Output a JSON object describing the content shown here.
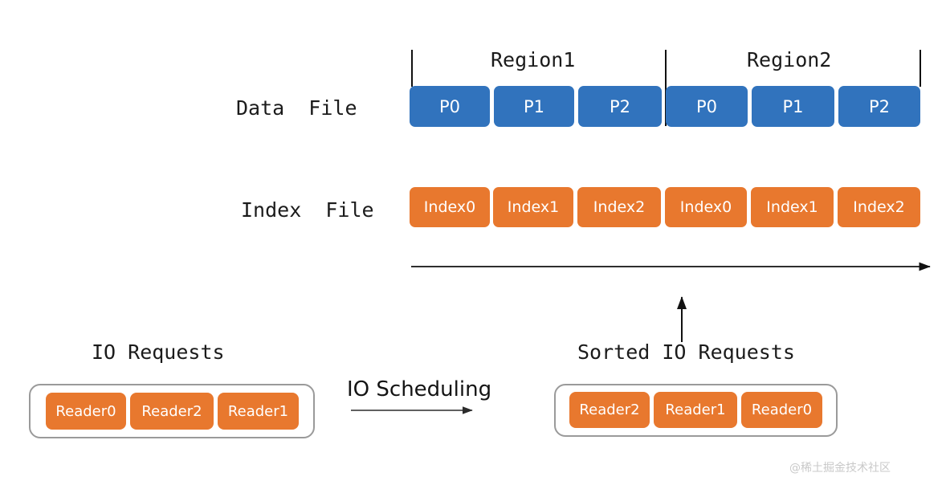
{
  "diagram": {
    "title_watermark": "@稀土掘金技术社区",
    "rows": {
      "data_file": {
        "label": "Data  File",
        "segments": [
          "P0",
          "P1",
          "P2",
          "P0",
          "P1",
          "P2"
        ],
        "color": "#3173bd"
      },
      "index_file": {
        "label": "Index  File",
        "segments": [
          "Index0",
          "Index1",
          "Index2",
          "Index0",
          "Index1",
          "Index2"
        ],
        "color": "#e8782e"
      }
    },
    "regions": [
      {
        "label": "Region1"
      },
      {
        "label": "Region2"
      }
    ],
    "offset_arrow": {
      "name": "file-offset-arrow"
    },
    "feedback_arrow": {
      "name": "sorted-to-index-arrow"
    },
    "io_requests": {
      "label": "IO Requests",
      "readers": [
        "Reader0",
        "Reader2",
        "Reader1"
      ],
      "color": "#e8782e"
    },
    "sorted_io_requests": {
      "label": "Sorted IO Requests",
      "readers": [
        "Reader2",
        "Reader1",
        "Reader0"
      ],
      "color": "#e8782e"
    },
    "scheduling": {
      "label": "IO Scheduling"
    }
  }
}
